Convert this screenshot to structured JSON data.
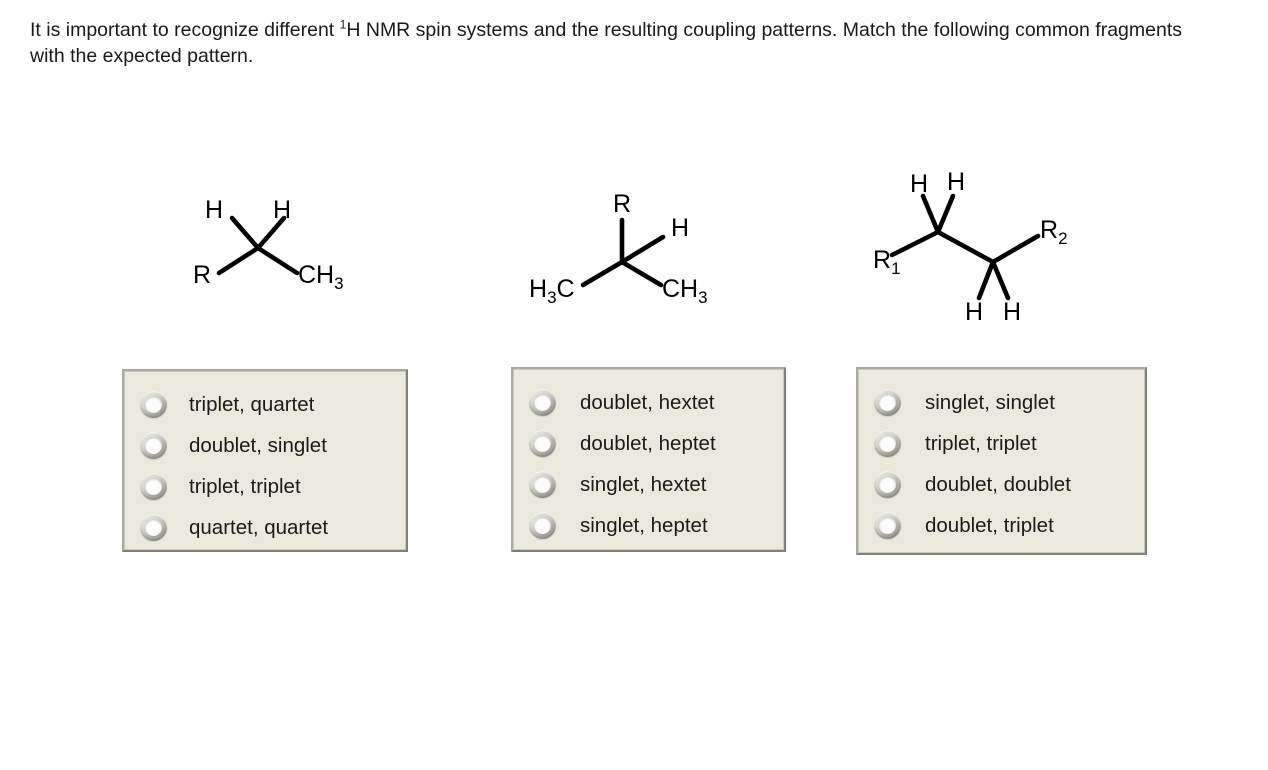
{
  "prompt": {
    "line1_before_sup": "It is important to recognize different ",
    "superscript": "1",
    "line1_after_sup": "H NMR spin systems and the resulting coupling patterns. Match the following common fragments with the expected pattern."
  },
  "structures": [
    {
      "name": "ethyl-fragment",
      "labels": {
        "h_left": "H",
        "h_right": "H",
        "r": "R",
        "ch3": "CH",
        "ch3_sub": "3"
      }
    },
    {
      "name": "isopropyl-fragment",
      "labels": {
        "r": "R",
        "h": "H",
        "h3c": "H",
        "h3c_sub": "3",
        "h3c_c": "C",
        "ch3": "CH",
        "ch3_sub": "3"
      }
    },
    {
      "name": "ethylene-bridge-fragment",
      "labels": {
        "h_top_left": "H",
        "h_top_right": "H",
        "r1": "R",
        "r1_sub": "1",
        "r2": "R",
        "r2_sub": "2",
        "h_bottom_left": "H",
        "h_bottom_right": "H"
      }
    }
  ],
  "answer_groups": [
    {
      "name": "answer-group-1",
      "options": [
        "triplet, quartet",
        "doublet, singlet",
        "triplet, triplet",
        "quartet, quartet"
      ]
    },
    {
      "name": "answer-group-2",
      "options": [
        "doublet, hextet",
        "doublet, heptet",
        "singlet, hextet",
        "singlet, heptet"
      ]
    },
    {
      "name": "answer-group-3",
      "options": [
        "singlet, singlet",
        "triplet, triplet",
        "doublet, doublet",
        "doublet, triplet"
      ]
    }
  ],
  "colors": {
    "page_background": "#ffffff",
    "box_background": "#ebe9dd",
    "box_border_dark": "#7e8079",
    "box_border_light": "#a9a99d",
    "text": "#1a1a1a",
    "bond": "#000000"
  }
}
